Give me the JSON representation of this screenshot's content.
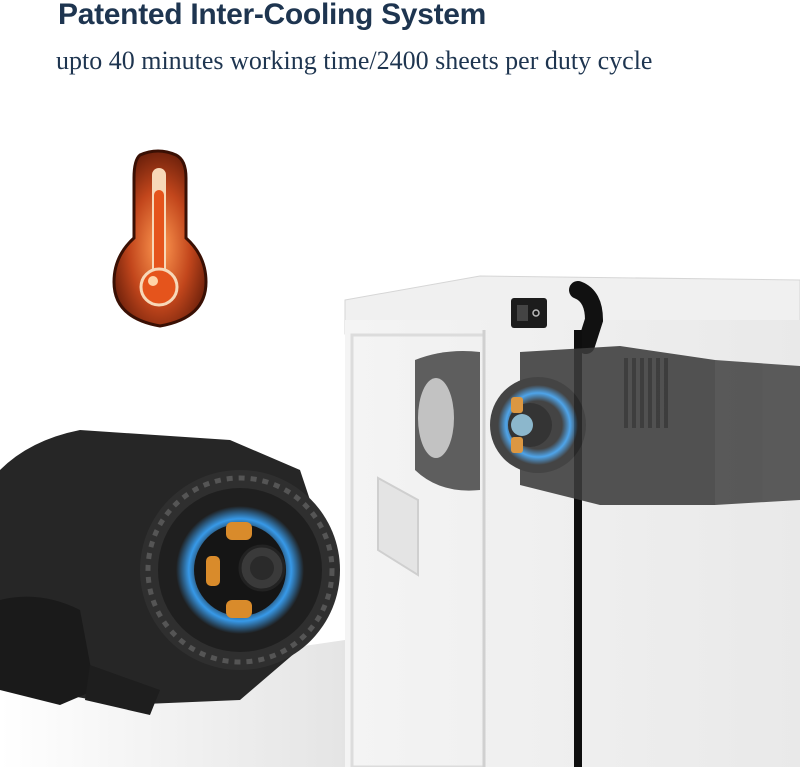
{
  "header": {
    "title": "Patented Inter-Cooling System",
    "subtitle": "upto 40 minutes working time/2400 sheets per duty cycle"
  },
  "colors": {
    "text": "#1e3550",
    "thermometer_hot": "#c2461c",
    "accent_blue": "#3aa7ff",
    "motor_copper": "#d98b2b"
  },
  "icons": {
    "thermometer": "thermometer-hot-icon",
    "motor": "cooling-fan-motor",
    "device": "shredder-housing"
  }
}
